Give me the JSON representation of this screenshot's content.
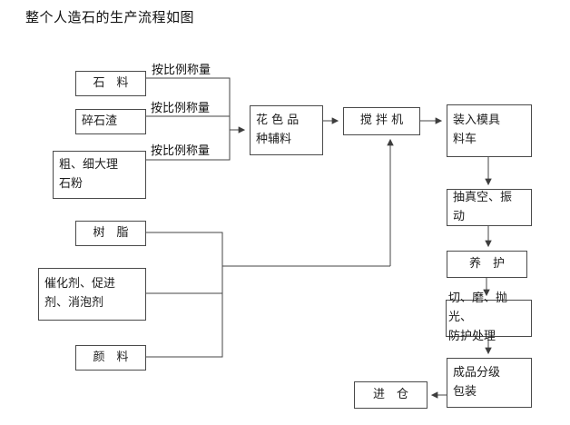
{
  "title": "整个人造石的生产流程如图",
  "flowchart": {
    "nodes": {
      "stone": "石　料",
      "gravel": "碎石渣",
      "marble_powder": "粗、细大理\n石粉",
      "resin": "树　脂",
      "catalyst": "催化剂、促进\n剂、消泡剂",
      "pigment": "颜　料",
      "auxiliary": "花 色 品\n种辅料",
      "mixer": "搅 拌 机",
      "mold_cart": "装入模具\n料车",
      "vacuum": "抽真空、振\n动",
      "curing": "养　护",
      "finishing": "切、磨、抛光、\n防护处理",
      "packaging": "成品分级\n包装",
      "warehouse": "进　仓"
    },
    "edge_labels": {
      "weigh1": "按比例称量",
      "weigh2": "按比例称量",
      "weigh3": "按比例称量"
    },
    "edges": [
      {
        "from": "石料",
        "to": "花色品种辅料",
        "label": "按比例称量"
      },
      {
        "from": "碎石渣",
        "to": "花色品种辅料",
        "label": "按比例称量"
      },
      {
        "from": "粗、细大理石粉",
        "to": "花色品种辅料",
        "label": "按比例称量"
      },
      {
        "from": "花色品种辅料",
        "to": "搅拌机",
        "label": ""
      },
      {
        "from": "树脂",
        "to": "搅拌机",
        "label": ""
      },
      {
        "from": "催化剂、促进剂、消泡剂",
        "to": "搅拌机",
        "label": ""
      },
      {
        "from": "颜料",
        "to": "搅拌机",
        "label": ""
      },
      {
        "from": "搅拌机",
        "to": "装入模具料车",
        "label": ""
      },
      {
        "from": "装入模具料车",
        "to": "抽真空、振动",
        "label": ""
      },
      {
        "from": "抽真空、振动",
        "to": "养护",
        "label": ""
      },
      {
        "from": "养护",
        "to": "切、磨、抛光、防护处理",
        "label": ""
      },
      {
        "from": "切、磨、抛光、防护处理",
        "to": "成品分级包装",
        "label": ""
      },
      {
        "from": "成品分级包装",
        "to": "进仓",
        "label": ""
      }
    ],
    "line_color": "#464646"
  }
}
